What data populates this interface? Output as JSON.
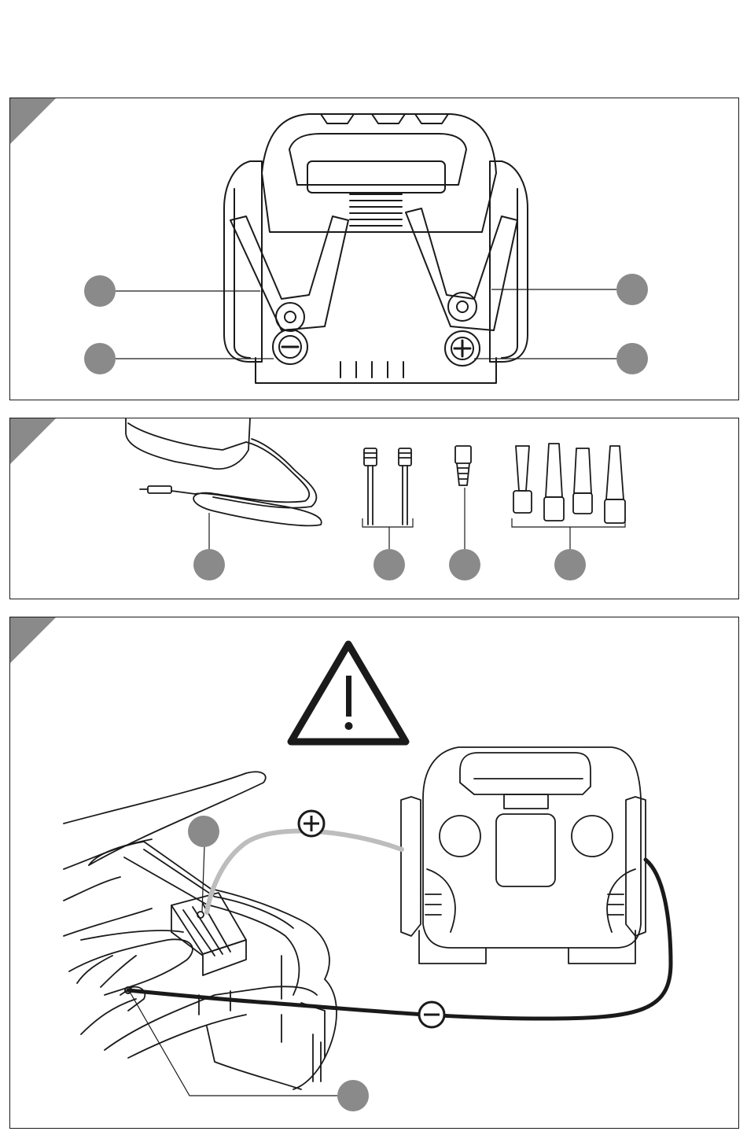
{
  "page": {
    "background": "#ffffff",
    "line_color": "#1a1a1a",
    "callout_color": "#8a8a8a"
  },
  "panels": [
    {
      "id": "figure-a",
      "content": "jump-starter-front-view-with-clamps",
      "callouts": 4
    },
    {
      "id": "figure-b",
      "content": "accessories-charger-needles-adapters",
      "callouts": 4
    },
    {
      "id": "figure-c",
      "content": "connection-to-vehicle-battery",
      "callouts": 2,
      "symbols": [
        "warning-triangle-icon",
        "plus-icon",
        "minus-icon"
      ]
    }
  ]
}
